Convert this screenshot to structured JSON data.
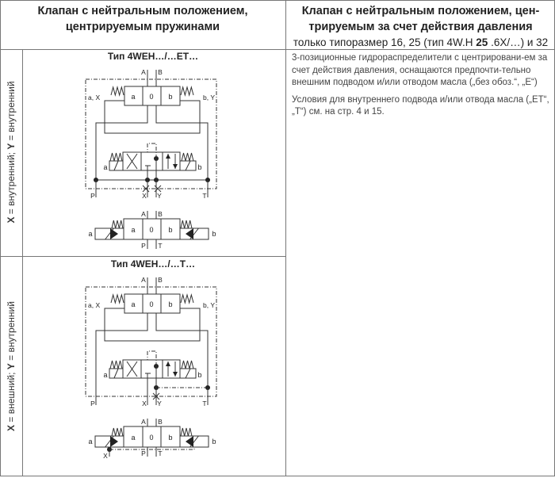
{
  "header": {
    "col_spring": [
      "Клапан с нейтральным положением,",
      "центрируемым пружинами"
    ],
    "col_pressure": {
      "line1": "Клапан с нейтральным положением, цен-",
      "line2": "трируемым за счет действия давления",
      "line3_pre": "только типоразмер 16, 25 (тип 4W.H ",
      "line3_bold": "25",
      "line3_post": " .6X/…) и 32"
    }
  },
  "rows": [
    {
      "side_label": {
        "x": "X",
        "x_rest": " = внутренний; ",
        "y": "Y",
        "y_rest": " = внутренний"
      },
      "diagram_title": "Тип 4WEH…/…ET…"
    },
    {
      "side_label": {
        "x": "X",
        "x_rest": " = внешний; ",
        "y": "Y",
        "y_rest": " = внутренний"
      },
      "diagram_title": "Тип 4WEH…/…T…"
    }
  ],
  "diagram_labels": {
    "A": "A",
    "B": "B",
    "P": "P",
    "T": "T",
    "X": "X",
    "Y": "Y",
    "a": "a",
    "b": "b",
    "zero": "0",
    "aX": "a, X",
    "bY": "b, Y"
  },
  "description": {
    "p1": "3-позиционные гидрораспределители с центрировани-ем за счет действия давления, оснащаются предпочти-тельно внешним подводом и/или отводом масла („без обоз.“, „E“)",
    "p2": "Условия для внутреннего подвода и/или отвода масла („ET“, „T“) см. на стр. 4 и 15."
  }
}
